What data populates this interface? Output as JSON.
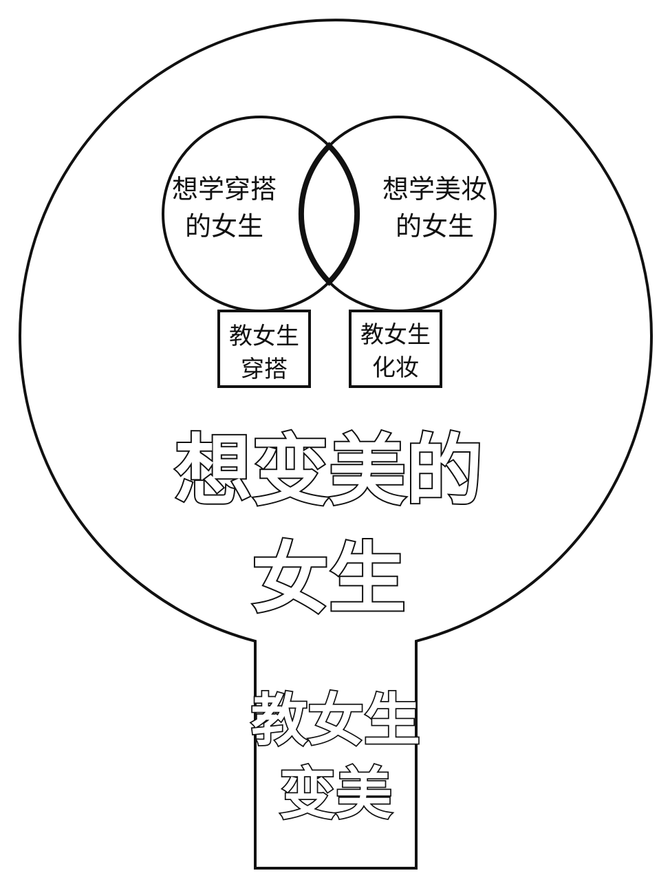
{
  "venn": {
    "left_label": [
      "想学穿搭",
      "的女生"
    ],
    "right_label": [
      "想学美妆",
      "的女生"
    ]
  },
  "boxes": {
    "left": [
      "教女生",
      "穿搭"
    ],
    "right": [
      "教女生",
      "化妆"
    ]
  },
  "center_title": [
    "想变美的",
    "女生"
  ],
  "handle_text": [
    "教女生",
    "变美"
  ]
}
